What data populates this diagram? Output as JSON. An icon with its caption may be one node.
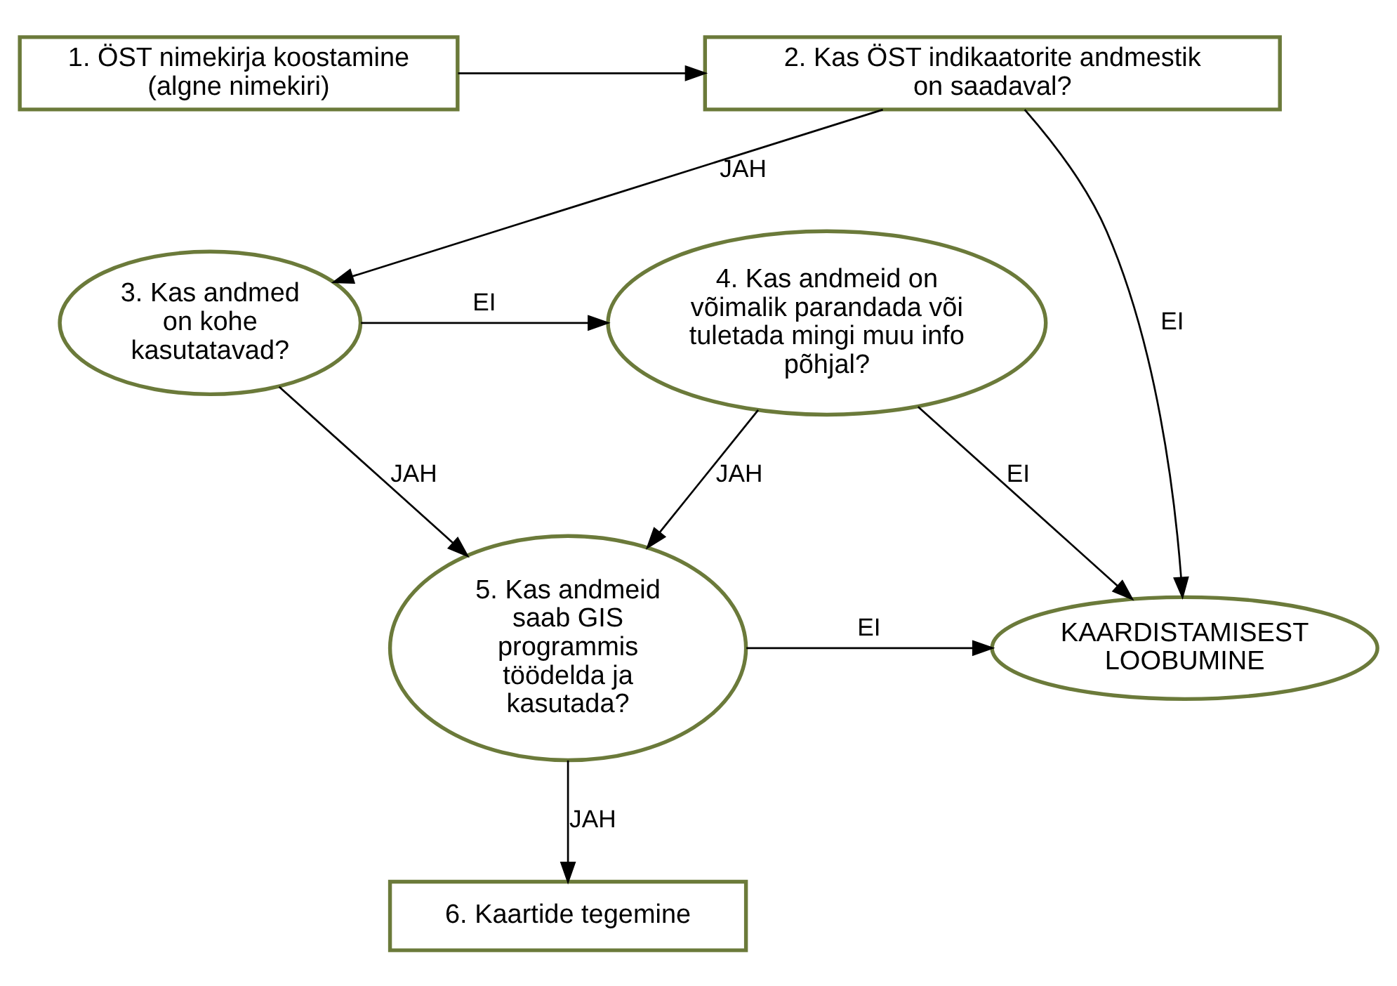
{
  "diagram": {
    "nodes": [
      {
        "text": [
          "1. ÖST nimekirja koostamine (algne nimekiri)"
        ]
      },
      {
        "text": [
          "2. Kas ÖST indikaatorite andmestik on saadaval?"
        ]
      },
      {
        "text": [
          "3. Kas andmed on kohe kasutatavad?"
        ]
      },
      {
        "text": [
          "4. Kas andmeid on võimalik parandada või tuletada mingi muu info põhjal?"
        ]
      },
      {
        "text": [
          "5. Kas andmeid saab GIS programmis töödelda ja kasutada?"
        ]
      },
      {
        "text": [
          "KAARDISTAMISEST LOOBUMINE"
        ]
      },
      {
        "text": [
          "6. Kaartide tegemine"
        ]
      }
    ],
    "edges": [
      {
        "from": 0,
        "to": 1,
        "arrow": "to"
      },
      {
        "from": 1,
        "to": 2,
        "arrow": "to",
        "label": "JAH"
      },
      {
        "from": 2,
        "to": 3,
        "arrow": "to",
        "label": "EI"
      },
      {
        "from": 2,
        "to": 4,
        "arrow": "to",
        "label": "JAH"
      },
      {
        "from": 3,
        "to": 4,
        "arrow": "to",
        "label": "JAH"
      },
      {
        "from": 3,
        "to": 5,
        "arrow": "to",
        "label": "EI"
      },
      {
        "from": 4,
        "to": 5,
        "arrow": "to",
        "label": "EI"
      },
      {
        "from": 1,
        "to": 5,
        "arrow": "to",
        "label": "EI"
      },
      {
        "from": 4,
        "to": 6,
        "arrow": "to",
        "label": "JAH"
      }
    ]
  }
}
